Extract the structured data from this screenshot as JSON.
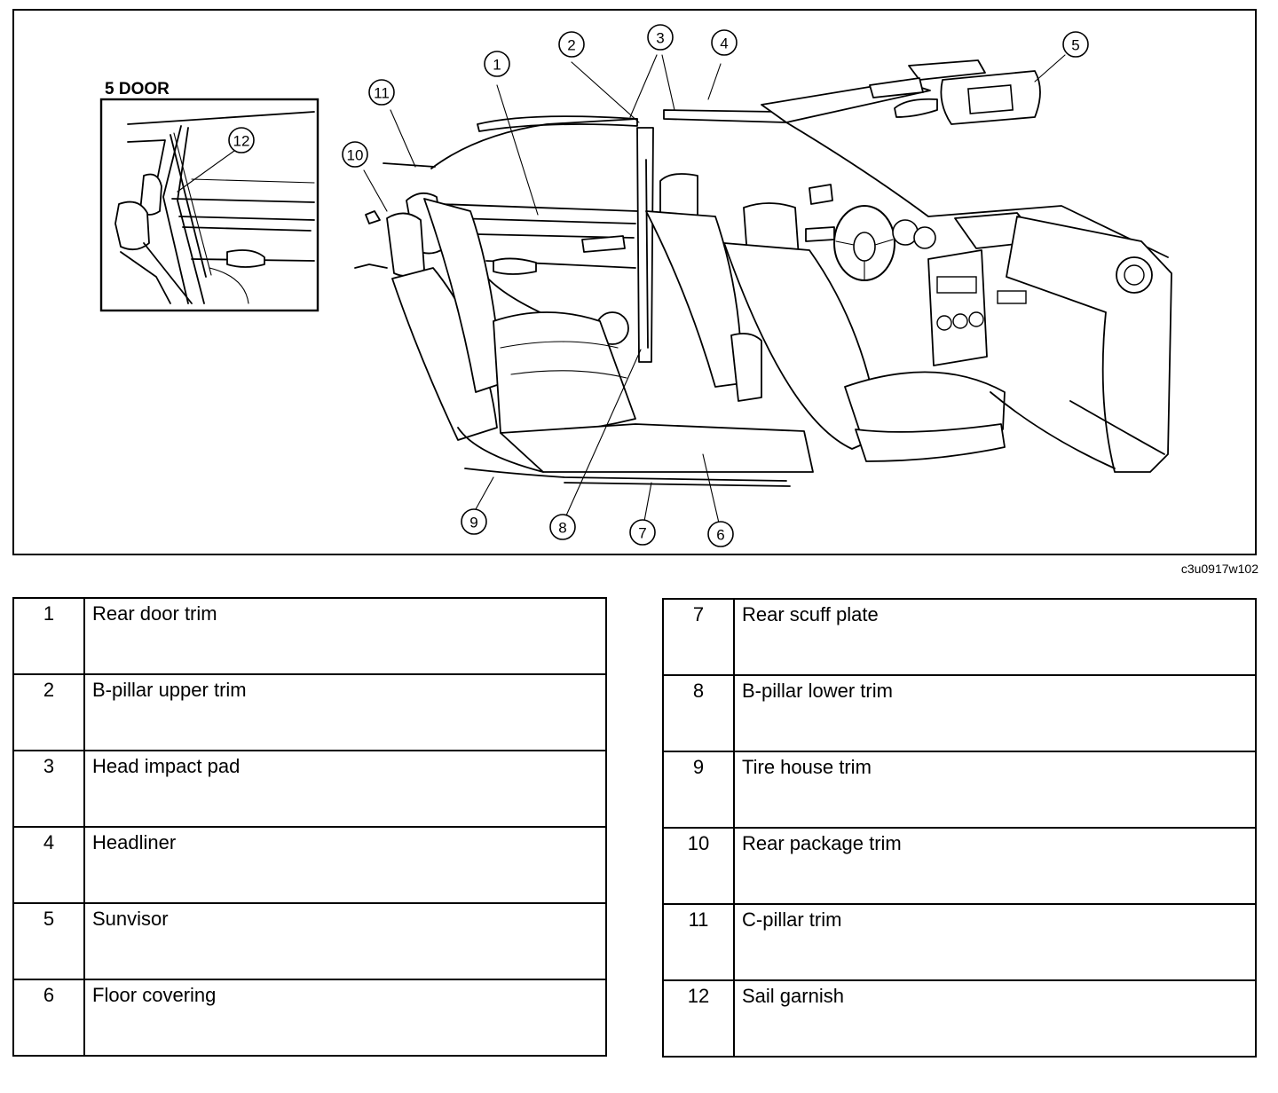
{
  "figure": {
    "inset_title": "5 DOOR",
    "figure_code": "c3u0917w102",
    "callouts": [
      "1",
      "2",
      "3",
      "4",
      "5",
      "6",
      "7",
      "8",
      "9",
      "10",
      "11",
      "12"
    ]
  },
  "parts": [
    {
      "num": "1",
      "name": "Rear door trim"
    },
    {
      "num": "2",
      "name": "B-pillar upper trim"
    },
    {
      "num": "3",
      "name": "Head impact pad"
    },
    {
      "num": "4",
      "name": "Headliner"
    },
    {
      "num": "5",
      "name": "Sunvisor"
    },
    {
      "num": "6",
      "name": "Floor covering"
    },
    {
      "num": "7",
      "name": "Rear scuff plate"
    },
    {
      "num": "8",
      "name": "B-pillar lower trim"
    },
    {
      "num": "9",
      "name": "Tire house trim"
    },
    {
      "num": "10",
      "name": "Rear package trim"
    },
    {
      "num": "11",
      "name": "C-pillar trim"
    },
    {
      "num": "12",
      "name": "Sail garnish"
    }
  ]
}
